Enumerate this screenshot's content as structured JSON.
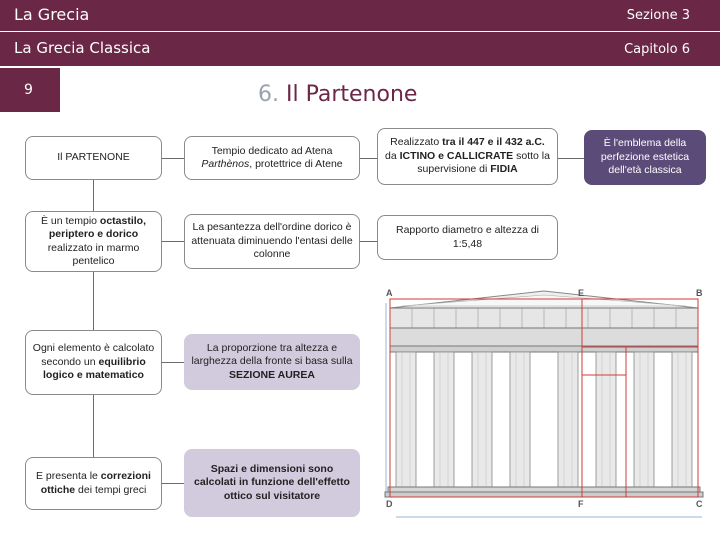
{
  "header": {
    "section_title": "La Grecia",
    "section_label": "Sezione 3",
    "chapter_title": "La Grecia Classica",
    "chapter_label": "Capitolo 6"
  },
  "page_number": "9",
  "title": {
    "number": "6.",
    "text": "Il Partenone"
  },
  "colors": {
    "brand": "#6b2746",
    "purple_light": "#d2cadd",
    "purple_dark": "#5a4b79",
    "guide_red": "#d33a3a"
  },
  "concept_map": {
    "root": "Il PARTENONE",
    "left_col": {
      "octastilo": {
        "t1": "È un tempio ",
        "b1": "octastilo,",
        "b2": "periptero e dorico",
        "t2": " realizzato in marmo pentelico"
      },
      "equilibrio": {
        "t1": "Ogni elemento è calcolato secondo un ",
        "b1": "equilibrio logico e matematico"
      },
      "correzioni": {
        "t1": "E presenta le ",
        "b1": "correzioni ottiche",
        "t2": " dei tempi greci"
      }
    },
    "mid_col": {
      "tempio": {
        "t1": "Tempio dedicato ad Atena ",
        "i1": "Parthènos",
        "t2": ", protettrice di Atene"
      },
      "pesantezza": {
        "t1": "La pesantezza dell'ordine dorico è attenuata diminuendo l'entasi delle colonne"
      },
      "proporzione": {
        "t1": "La proporzione tra altezza e larghezza della fronte si basa sulla ",
        "b1": "SEZIONE AUREA"
      },
      "spazi": {
        "b1": "Spazi e dimensioni sono calcolati in funzione dell'effetto ottico sul visitatore"
      }
    },
    "right_col": {
      "realizzato": {
        "t1": "Realizzato ",
        "b1": "tra il 447 e il 432 a.C.",
        "t2": " da ",
        "b2": "ICTINO e CALLICRATE",
        "t3": " sotto la supervisione di ",
        "b3": "FIDIA"
      },
      "rapporto": {
        "t1": "Rapporto diametro e altezza di 1:5,48"
      },
      "emblema": {
        "t1": "È l'emblema della perfezione estetica dell'età classica"
      }
    }
  },
  "diagram_labels": {
    "a": "A",
    "b": "B",
    "c": "C",
    "d": "D",
    "e": "E",
    "f": "F"
  }
}
